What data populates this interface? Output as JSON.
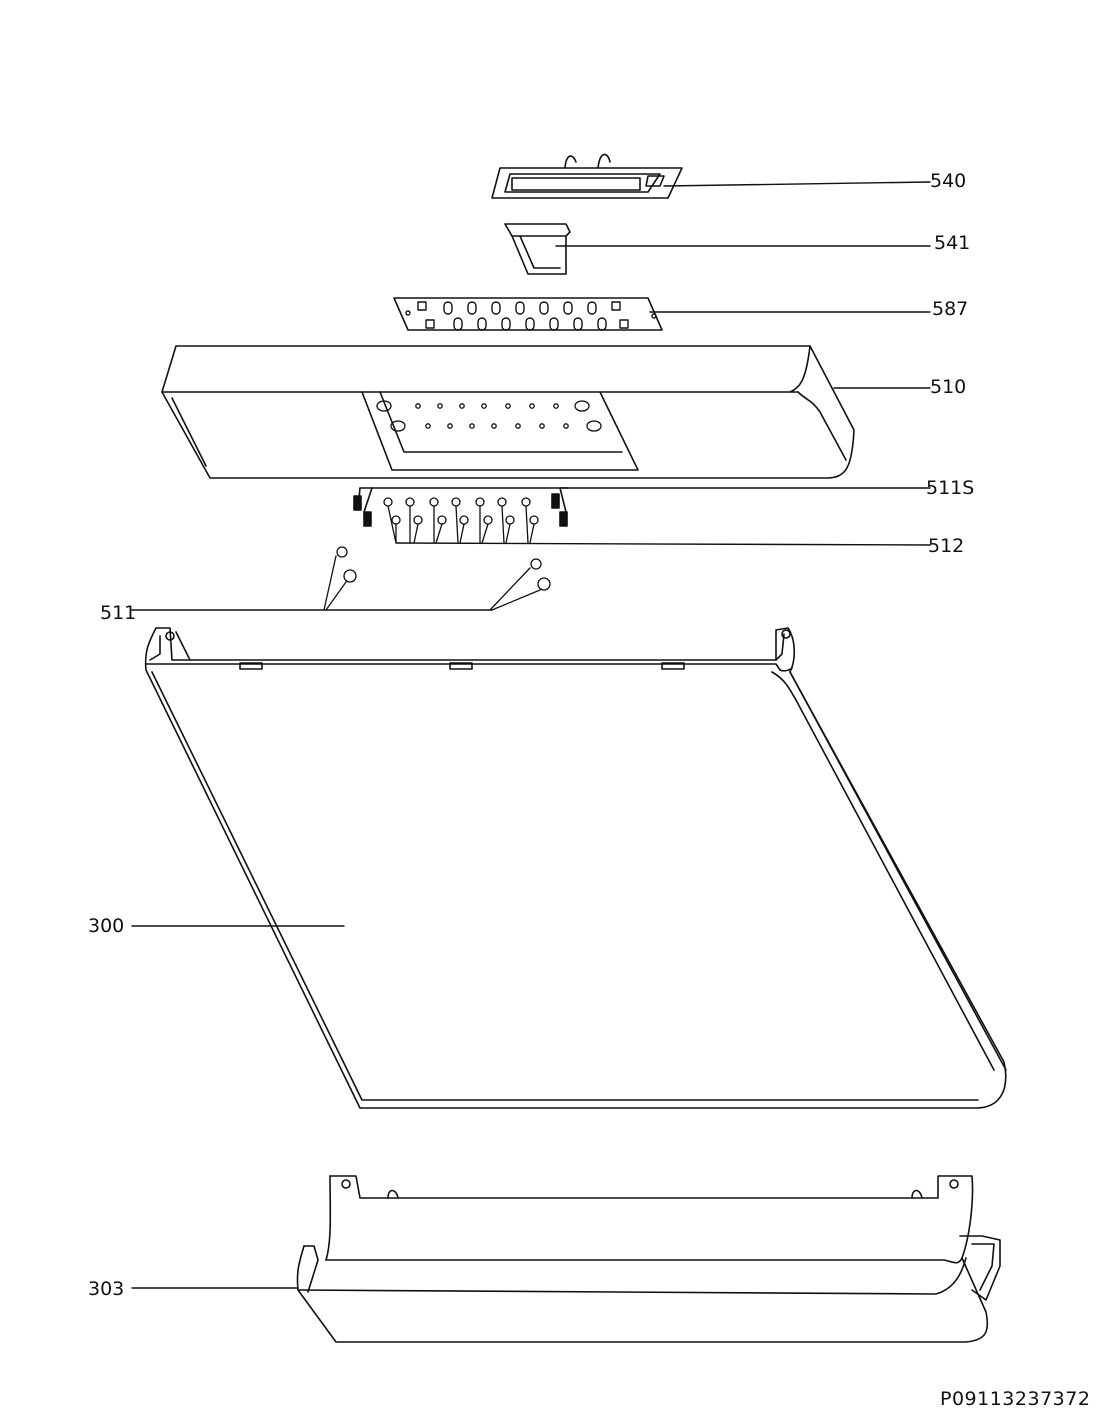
{
  "callouts": [
    {
      "id": "540",
      "label": "540"
    },
    {
      "id": "541",
      "label": "541"
    },
    {
      "id": "587",
      "label": "587"
    },
    {
      "id": "510",
      "label": "510"
    },
    {
      "id": "511S",
      "label": "511S"
    },
    {
      "id": "512",
      "label": "512"
    },
    {
      "id": "511",
      "label": "511"
    },
    {
      "id": "300",
      "label": "300"
    },
    {
      "id": "303",
      "label": "303"
    }
  ],
  "document_number": "P09113237372"
}
